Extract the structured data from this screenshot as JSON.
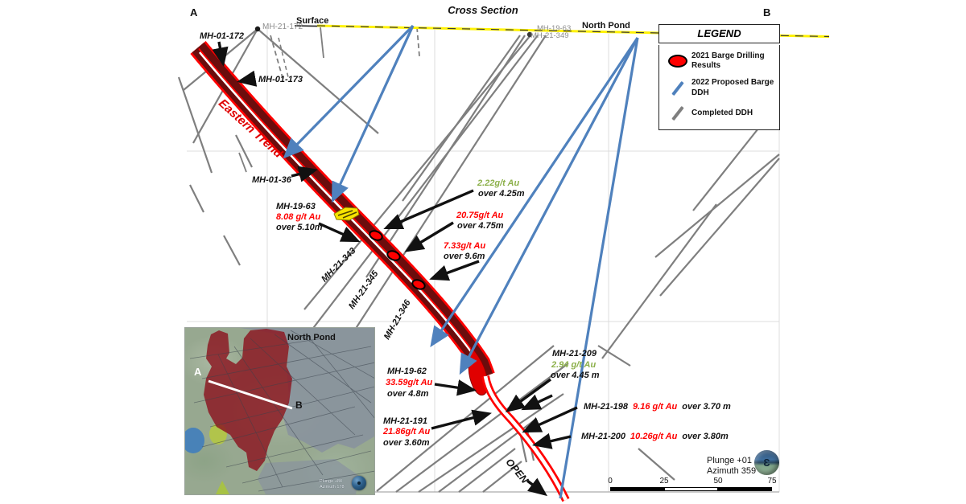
{
  "page": {
    "title": "Cross Section",
    "endpoint_a": "A",
    "endpoint_b": "B"
  },
  "surface": {
    "label": "Surface",
    "north_pond": "North Pond"
  },
  "collars": {
    "left": "MH-21-172",
    "right_top": "MH-19-63",
    "right_bottom": "MH-21-349"
  },
  "trend": {
    "label": "Eastern Trend",
    "open_label": "OPEN"
  },
  "hole_labels": {
    "mh01_172": "MH-01-172",
    "mh01_173": "MH-01-173",
    "mh01_36": "MH-01-36",
    "mh21_343": "MH-21-343",
    "mh21_345": "MH-21-345",
    "mh21_346": "MH-21-346"
  },
  "results": {
    "mh19_63": {
      "hole": "MH-19-63",
      "grade": "8.08 g/t Au",
      "interval": "over 5.10m"
    },
    "g2_22": {
      "grade": "2.22g/t Au",
      "interval": "over 4.25m"
    },
    "g20_75": {
      "grade": "20.75g/t Au",
      "interval": "over 4.75m"
    },
    "g7_33": {
      "grade": "7.33g/t Au",
      "interval": "over 9.6m"
    },
    "mh21_209": {
      "hole": "MH-21-209",
      "grade": "2.94 g/t Au",
      "interval": "over 4.45 m"
    },
    "mh19_62": {
      "hole": "MH-19-62",
      "grade": "33.59g/t Au",
      "interval": "over 4.8m"
    },
    "mh21_191": {
      "hole": "MH-21-191",
      "grade": "21.86g/t Au",
      "interval": "over 3.60m"
    },
    "mh21_198": {
      "hole": "MH-21-198",
      "grade": "9.16 g/t Au",
      "interval": "over 3.70 m"
    },
    "mh21_200": {
      "hole": "MH-21-200",
      "grade": "10.26g/t Au",
      "interval": "over 3.80m"
    }
  },
  "legend": {
    "title": "LEGEND",
    "items": [
      {
        "icon": "red-ellipse",
        "label": "2021 Barge Drilling Results"
      },
      {
        "icon": "blue-line",
        "label": "2022 Proposed Barge DDH"
      },
      {
        "icon": "gray-line",
        "label": "Completed DDH"
      }
    ]
  },
  "scale_bar": {
    "ticks": [
      "0",
      "25",
      "50",
      "75"
    ]
  },
  "orientation": {
    "plunge": "Plunge +01",
    "azimuth": "Azimuth 359",
    "glyph": "Ɛ"
  },
  "inset": {
    "title": "North Pond",
    "point_a": "A",
    "point_b": "B",
    "plunge": "Plunge +84",
    "azimuth": "Azimuth 178"
  },
  "colors": {
    "proposed_blue": "#4F81BD",
    "completed_gray": "#7F7F7F",
    "result_red": "#FF0000",
    "result_green": "#8CB04A",
    "trend_fill": "#6B0D0D",
    "trend_edge": "#FF0000",
    "surface_yellow": "#FFF200"
  }
}
